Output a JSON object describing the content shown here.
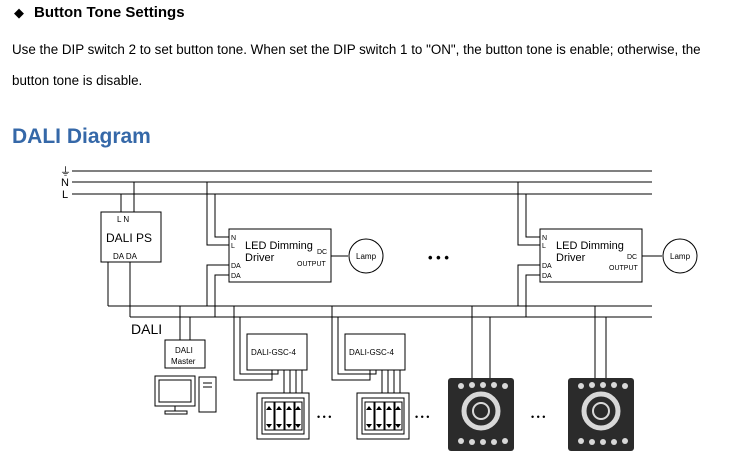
{
  "section": {
    "bullet": "◆",
    "heading": "Button Tone Settings",
    "line1": "Use the DIP switch 2 to set button tone. When set the DIP switch 1 to \"ON\", the button tone is enable; otherwise, the",
    "line2": "button tone is disable."
  },
  "diagram": {
    "title": "DALI Diagram",
    "bus_labels": {
      "ground": "⏚",
      "neutral": "N",
      "live": "L"
    },
    "dali_ps": {
      "title": "DALI PS",
      "top_terminals": "L  N",
      "bottom_terminals": "DA DA"
    },
    "driver": {
      "title_line1": "LED Dimming",
      "title_line2": "Driver",
      "terminal_n": "N",
      "terminal_l": "L",
      "terminal_da": "DA",
      "dc": "DC",
      "output": "OUTPUT"
    },
    "lamp": "Lamp",
    "ellipsis": "• • •",
    "dali_label": "DALI",
    "master": {
      "line1": "DALI",
      "line2": "Master"
    },
    "gsc_label": "DALI-GSC-4",
    "small_ellipsis": "• • •",
    "colors": {
      "accent": "#3568a8",
      "panel": "#2b2b2b",
      "line": "#000000"
    },
    "icons": [
      "computer-icon",
      "switch-panel-icon",
      "touch-dimmer-panel-icon"
    ]
  }
}
